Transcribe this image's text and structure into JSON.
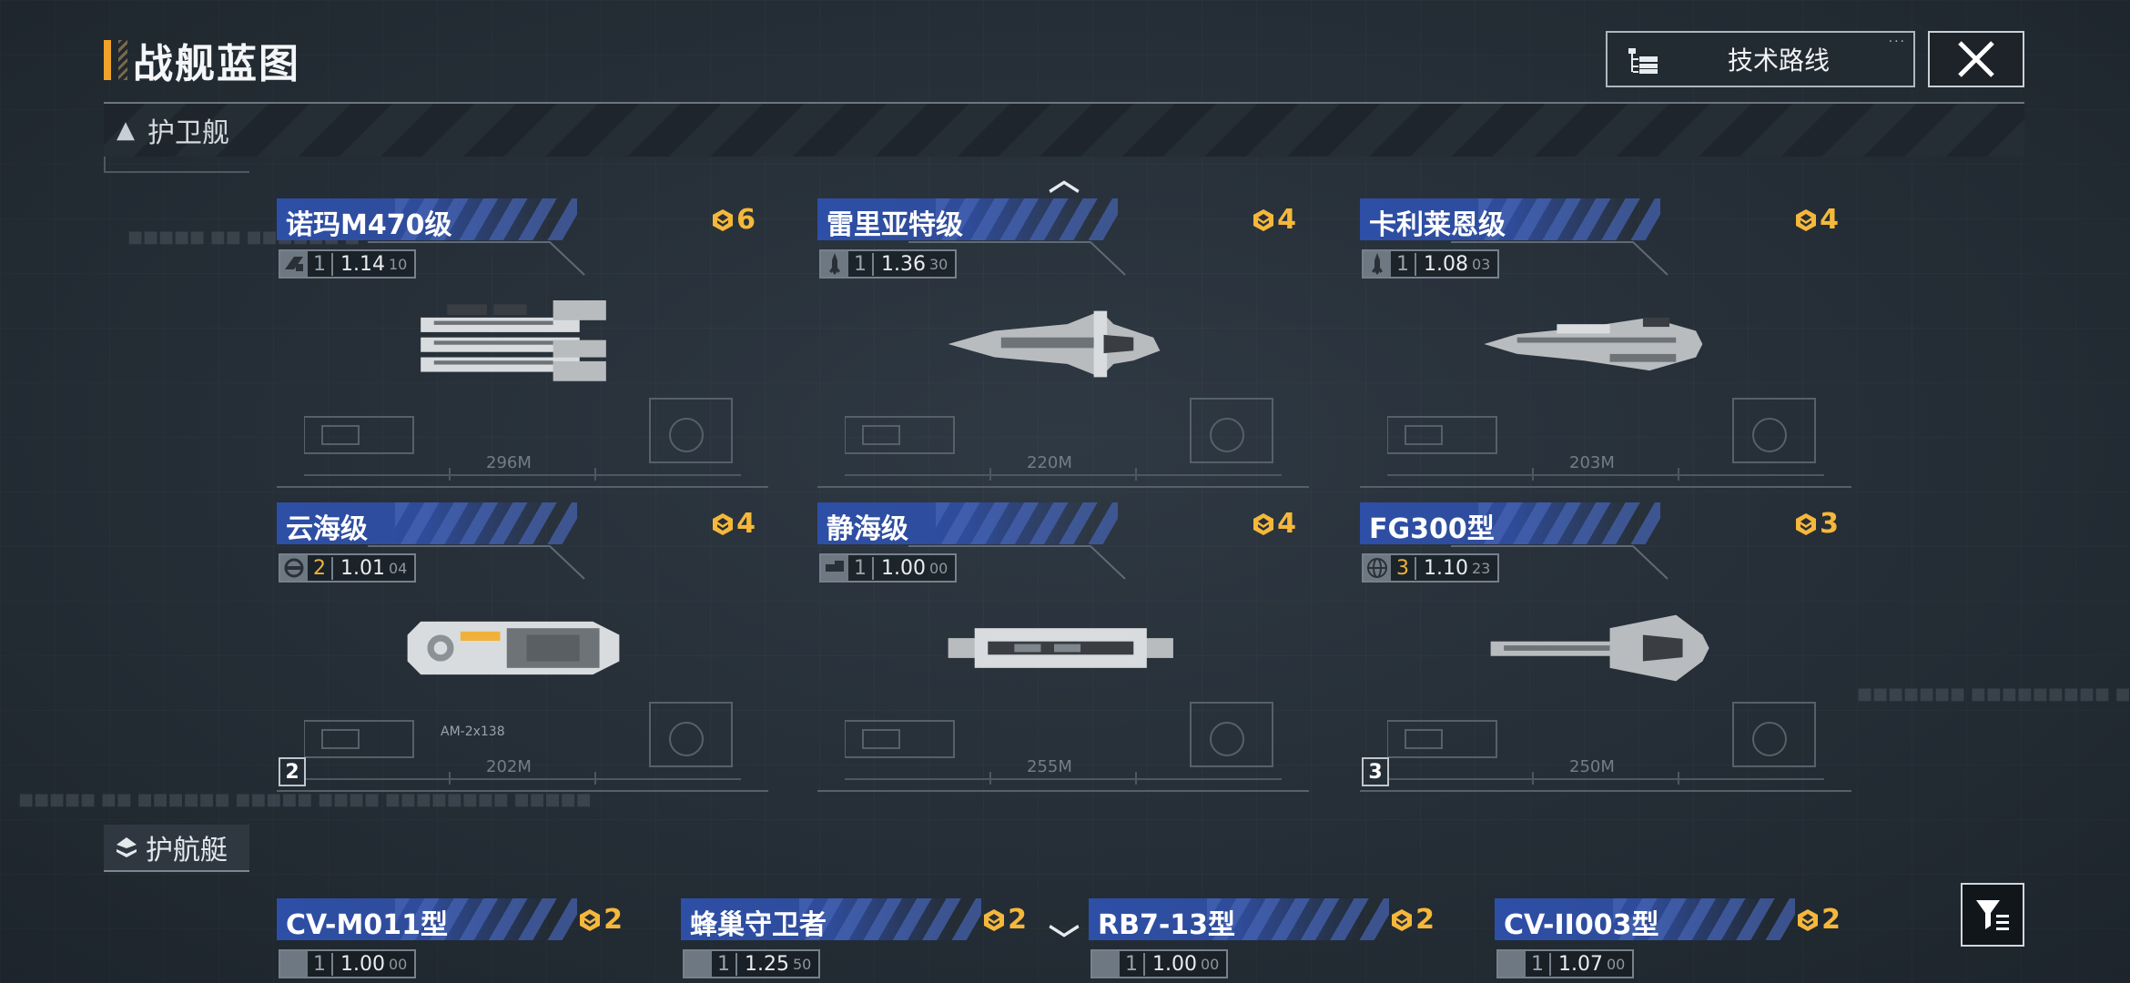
{
  "header": {
    "title": "战舰蓝图",
    "tech_route_label": "技术路线"
  },
  "section": {
    "label": "护卫舰"
  },
  "sub_section": {
    "label": "护航艇"
  },
  "accent": {
    "gold": "#f5b83a",
    "blue_plate": "#2e4fa7",
    "orange": "#f0a22a"
  },
  "cards": [
    {
      "name": "诺玛M470级",
      "cost": "6",
      "type_icon": "attack-icon",
      "tier": "1",
      "stat_main": "1.14",
      "stat_sub": "10",
      "length": "296M"
    },
    {
      "name": "雷里亚特级",
      "cost": "4",
      "type_icon": "missile-icon",
      "tier": "1",
      "stat_main": "1.36",
      "stat_sub": "30",
      "length": "220M"
    },
    {
      "name": "卡利莱恩级",
      "cost": "4",
      "type_icon": "missile-icon",
      "tier": "1",
      "stat_main": "1.08",
      "stat_sub": "03",
      "length": "203M"
    },
    {
      "name": "云海级",
      "cost": "4",
      "type_icon": "support-icon",
      "tier": "2",
      "stat_main": "1.01",
      "stat_sub": "04",
      "length": "202M",
      "level": "2",
      "callout": "AM-2x138"
    },
    {
      "name": "静海级",
      "cost": "4",
      "type_icon": "cannon-icon",
      "tier": "1",
      "stat_main": "1.00",
      "stat_sub": "00",
      "length": "255M"
    },
    {
      "name": "FG300型",
      "cost": "3",
      "type_icon": "shield-icon",
      "tier": "3",
      "stat_main": "1.10",
      "stat_sub": "23",
      "length": "250M",
      "level": "3"
    }
  ],
  "bottom_cards": [
    {
      "name": "CV-M011型",
      "cost": "2",
      "tier": "1",
      "stat_main": "1.00",
      "stat_sub": "00"
    },
    {
      "name": "蜂巢守卫者",
      "cost": "2",
      "tier": "1",
      "stat_main": "1.25",
      "stat_sub": "50"
    },
    {
      "name": "RB7-13型",
      "cost": "2",
      "tier": "1",
      "stat_main": "1.00",
      "stat_sub": "00"
    },
    {
      "name": "CV-II003型",
      "cost": "2",
      "tier": "1",
      "stat_main": "1.07",
      "stat_sub": "00"
    }
  ]
}
